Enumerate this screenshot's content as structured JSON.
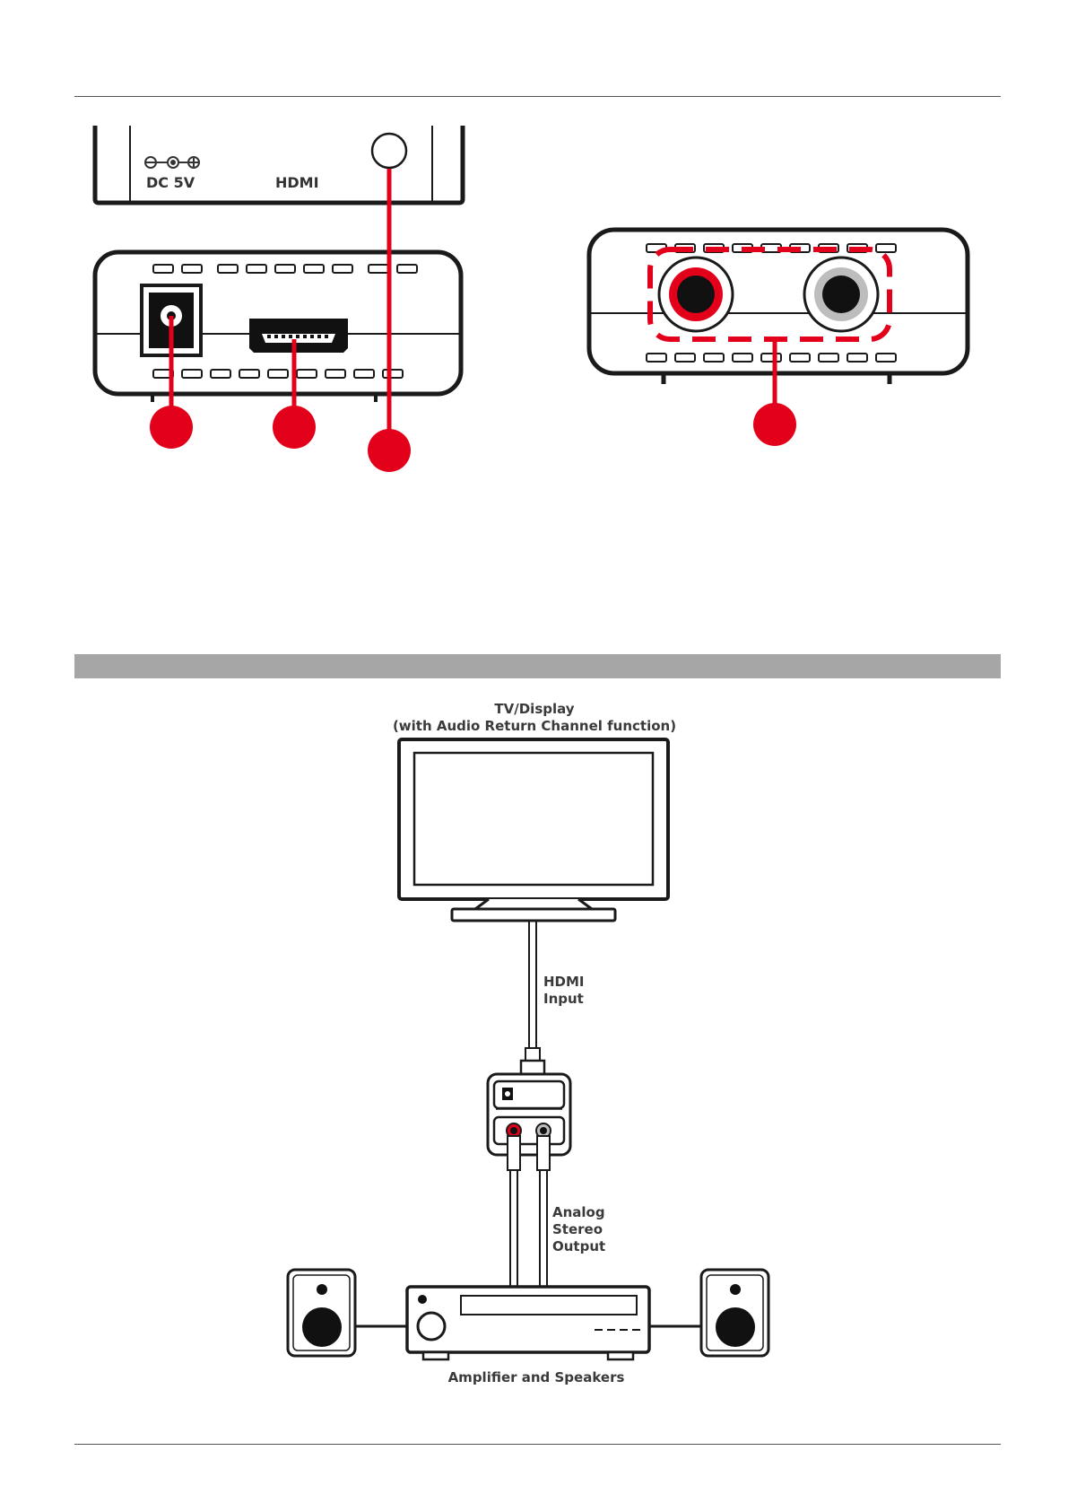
{
  "front_panel": {
    "dc_label": "DC 5V",
    "hdmi_label": "HDMI"
  },
  "connection_diagram": {
    "tv_title_line1": "TV/Display",
    "tv_title_line2": "(with Audio Return Channel  function)",
    "hdmi_label_line1": "HDMI",
    "hdmi_label_line2": "Input",
    "audio_label_line1": "Analog",
    "audio_label_line2": "Stereo",
    "audio_label_line3": "Output",
    "amp_label": "Amplifier and Speakers"
  },
  "colors": {
    "accent_red": "#e3001b",
    "section_bar": "#a6a6a6",
    "device_outline": "#1a1a1a"
  }
}
